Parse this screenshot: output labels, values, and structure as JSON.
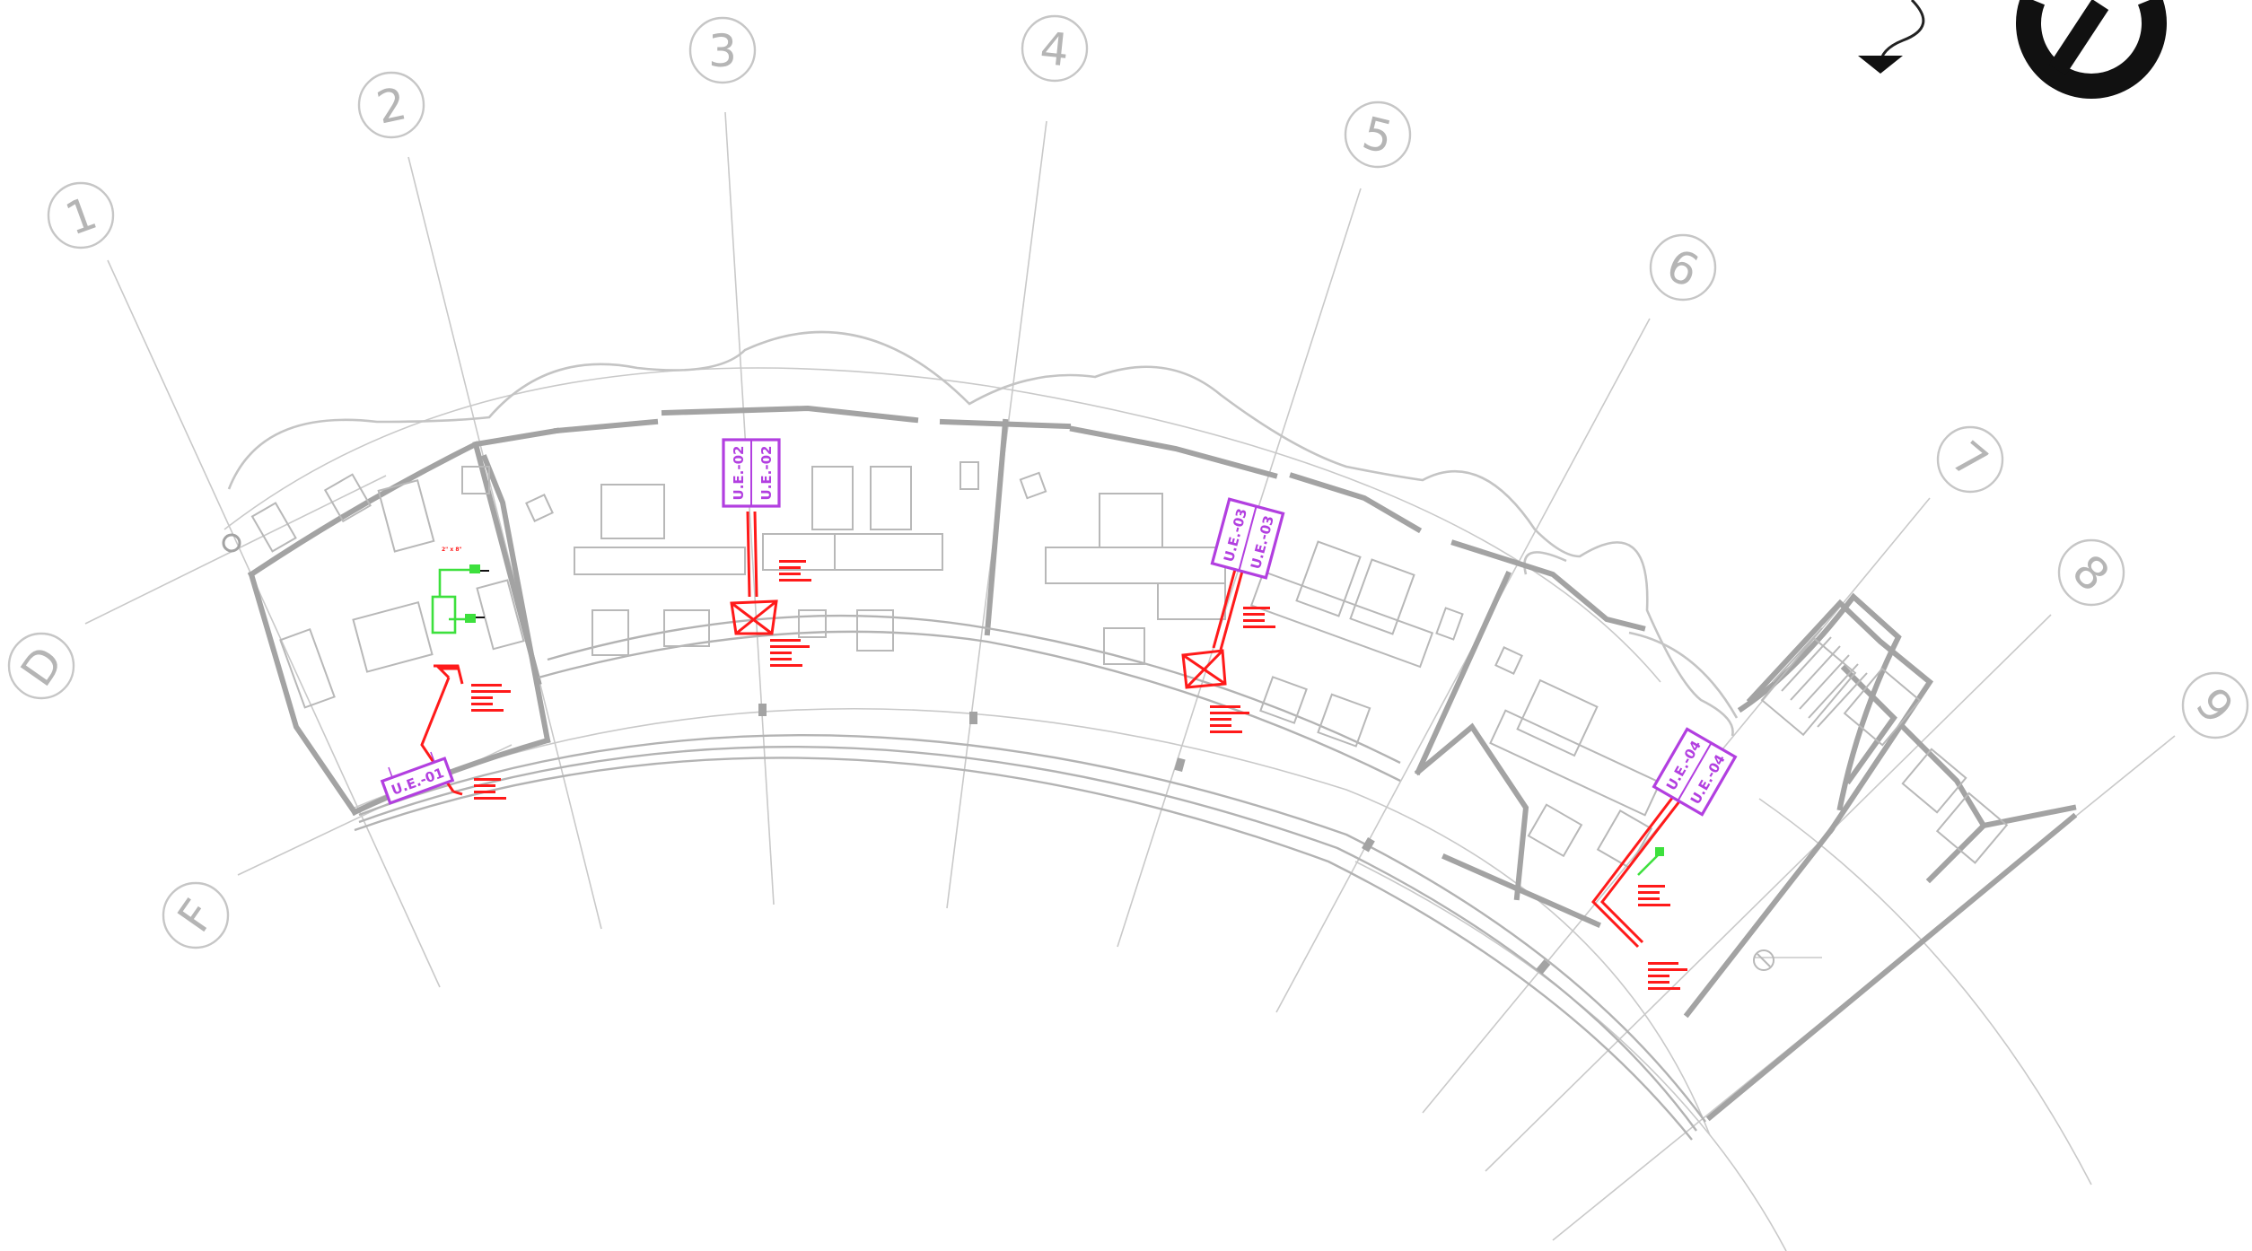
{
  "grid_bubbles": [
    {
      "label": "1",
      "name": "grid-bubble-1"
    },
    {
      "label": "2",
      "name": "grid-bubble-2"
    },
    {
      "label": "3",
      "name": "grid-bubble-3"
    },
    {
      "label": "4",
      "name": "grid-bubble-4"
    },
    {
      "label": "5",
      "name": "grid-bubble-5"
    },
    {
      "label": "6",
      "name": "grid-bubble-6"
    },
    {
      "label": "7",
      "name": "grid-bubble-7"
    },
    {
      "label": "8",
      "name": "grid-bubble-8"
    },
    {
      "label": "9",
      "name": "grid-bubble-9"
    },
    {
      "label": "D",
      "name": "grid-bubble-d"
    },
    {
      "label": "F",
      "name": "grid-bubble-f"
    }
  ],
  "units": [
    {
      "tag": "U.E.-01",
      "name": "unit-equipment-tag-ue-01"
    },
    {
      "tag": "U.E.-02",
      "name": "unit-equipment-tag-ue-02"
    },
    {
      "tag": "U.E.-03",
      "name": "unit-equipment-tag-ue-03"
    },
    {
      "tag": "U.E.-04",
      "name": "unit-equipment-tag-ue-04"
    }
  ],
  "dimension_note": "2\" x 8\"",
  "colors": {
    "grid": "#c6c6c6",
    "walls": "#a3a3a3",
    "ductwork": "#ff1a1a",
    "unit_tags": "#b23fe0",
    "exhaust": "#3de03d",
    "north_arrow": "#111111"
  },
  "icons": {
    "north_arrow": "north-arrow-icon",
    "section_arrow": "section-arrow-icon"
  }
}
